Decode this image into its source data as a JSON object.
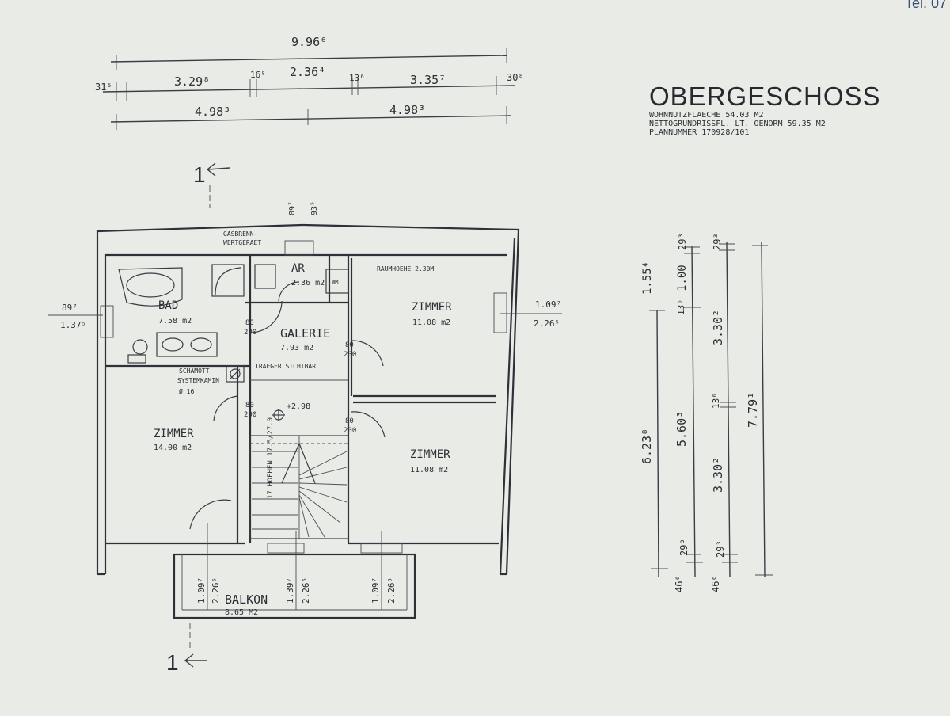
{
  "top_right": {
    "tel": "Tel. 07"
  },
  "header": {
    "title": "OBERGESCHOSS",
    "wohnnutzflaeche": "WOHNNUTZFLAECHE 54.03 M2",
    "nettogrundriss": "NETTOGRUNDRISSFL. LT. OENORM 59.35 M2",
    "plannummer": "PLANNUMMER 170928/101"
  },
  "top_dims": {
    "overall": "9.96⁶",
    "left_half": "4.98³",
    "right_half": "4.98³",
    "d_31": "31⁵",
    "d_329": "3.29⁸",
    "d_16": "16⁸",
    "d_236": "2.36⁴",
    "d_13": "13⁶",
    "d_335": "3.35⁷",
    "d_30": "30⁸"
  },
  "section_marks": {
    "top": "1",
    "bottom": "1"
  },
  "rooms": {
    "bad": {
      "name": "BAD",
      "area": "7.58 m2"
    },
    "ar": {
      "name": "AR",
      "area": "2.36 m2"
    },
    "galerie": {
      "name": "GALERIE",
      "area": "7.93 m2"
    },
    "zimmer_nw": {
      "name": "ZIMMER",
      "area": "11.08 m2"
    },
    "zimmer_w": {
      "name": "ZIMMER",
      "area": "14.00 m2"
    },
    "zimmer_se": {
      "name": "ZIMMER",
      "area": "11.08 m2"
    },
    "balkon": {
      "name": "BALKON",
      "area": "8.65 M2"
    }
  },
  "plan_labels": {
    "gasbrenn": "GASBRENN-",
    "wertgeraet": "WERTGERAET",
    "raumhoehe": "RAUMHOEHE 2.30M",
    "schamott": "SCHAMOTT",
    "systemkamin": "SYSTEMKAMIN",
    "dia16": "Ø 16",
    "traeger": "TRAEGER SICHTBAR",
    "level": "+2.98",
    "stair": "17 HOEHEN 17.5/27.0",
    "wm": "WM"
  },
  "plan_dims": {
    "left_win_top": "89⁷",
    "left_win_bot": "1.37⁵",
    "right_win_top": "1.09⁷",
    "right_win_bot": "2.26⁵",
    "ar_89": "89⁷",
    "ar_93": "93⁵",
    "door_80": "80",
    "door_200": "200",
    "bal_1": "1.09⁷",
    "bal_2": "2.26⁵",
    "bal_3": "1.39⁷",
    "bal_4": "2.26⁵",
    "bal_5": "1.09⁷",
    "bal_6": "2.26⁵"
  },
  "side_dims": {
    "d_155": "1.55⁴",
    "d_623": "6.23⁸",
    "d_46a": "46⁶",
    "d_29a": "29³",
    "d_100": "1.00",
    "d_13a": "13⁶",
    "d_560": "5.60³",
    "d_29b": "29³",
    "d_29c": "29³",
    "d_330a": "3.30²",
    "d_13b": "13⁶",
    "d_330b": "3.30²",
    "d_29d": "29³",
    "d_46b": "46⁶",
    "d_779": "7.79¹"
  }
}
